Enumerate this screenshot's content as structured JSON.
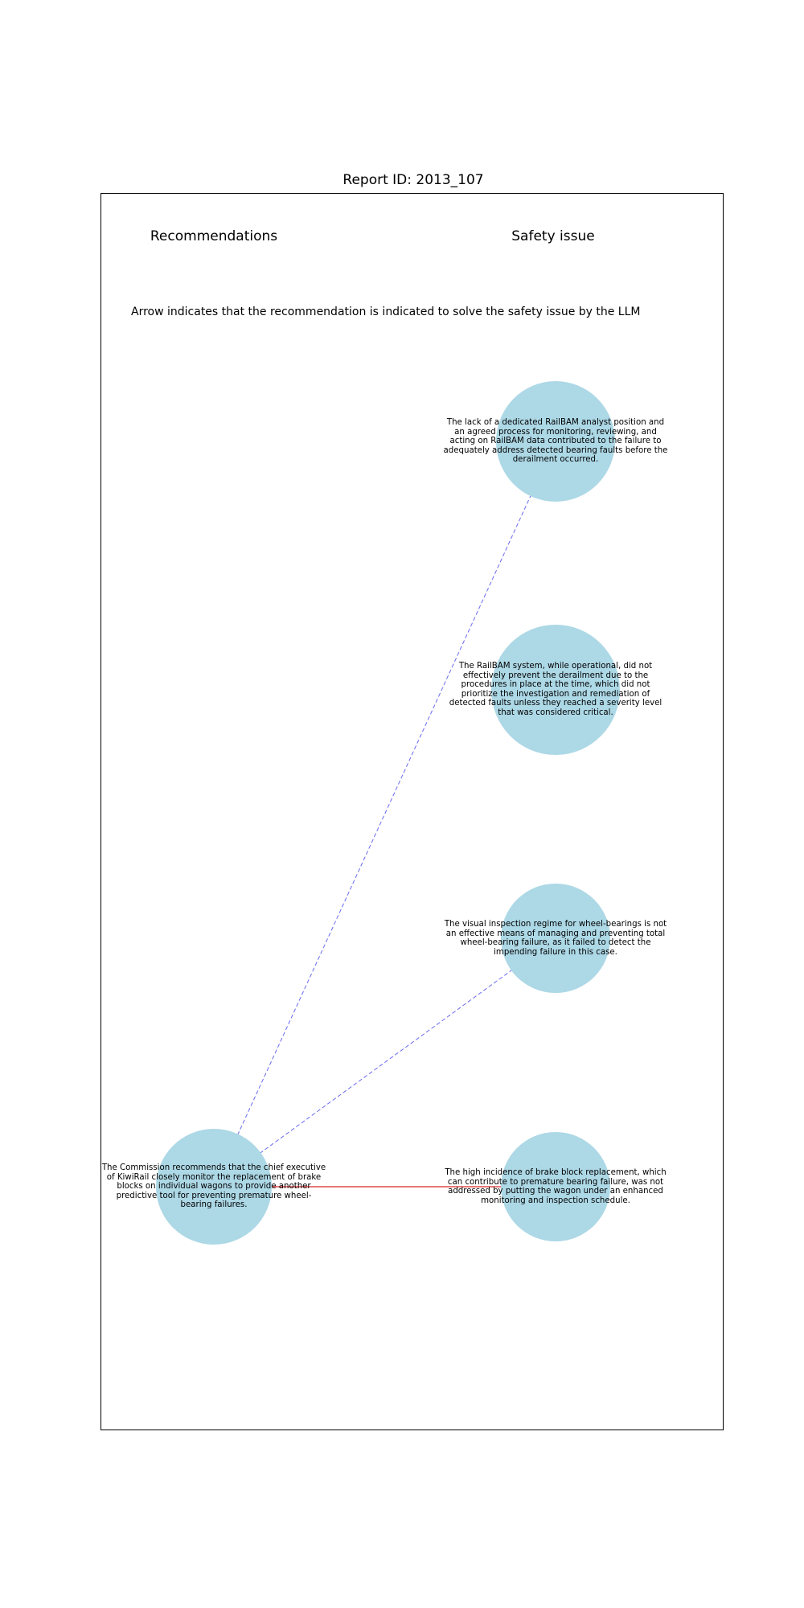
{
  "report_title": "Report ID: 2013_107",
  "headings": {
    "recommendations": "Recommendations",
    "safety_issue": "Safety issue"
  },
  "note": "Arrow indicates that the recommendation is indicated to solve the safety issue by the LLM",
  "recommendations": [
    {
      "text": "The Commission recommends that the chief executive of KiwiRail closely monitor the replacement of brake blocks on individual wagons to provide another predictive tool for preventing premature wheel-bearing failures."
    }
  ],
  "safety_issues": [
    {
      "text": "The lack of a dedicated RailBAM analyst position and an agreed process for monitoring, reviewing, and acting on RailBAM data contributed to the failure to adequately address detected bearing faults before the derailment occurred."
    },
    {
      "text": "The RailBAM system, while operational, did not effectively prevent the derailment due to the procedures in place at the time, which did not prioritize the investigation and remediation of detected faults unless they reached a severity level that was considered critical."
    },
    {
      "text": "The visual inspection regime for wheel-bearings is not an effective means of managing and preventing total wheel-bearing failure, as it failed to detect the impending failure in this case."
    },
    {
      "text": "The high incidence of brake block replacement, which can contribute to premature bearing failure, was not addressed by putting the wagon under an enhanced monitoring and inspection schedule."
    }
  ],
  "links": [
    {
      "from": 0,
      "to": 0,
      "style": "dashed",
      "color": "#6a6af0"
    },
    {
      "from": 0,
      "to": 2,
      "style": "dashed",
      "color": "#6a6af0"
    },
    {
      "from": 0,
      "to": 3,
      "style": "solid",
      "color": "#e04a4a"
    }
  ],
  "colors": {
    "node_fill": "#add8e6",
    "frame": "#000000"
  }
}
